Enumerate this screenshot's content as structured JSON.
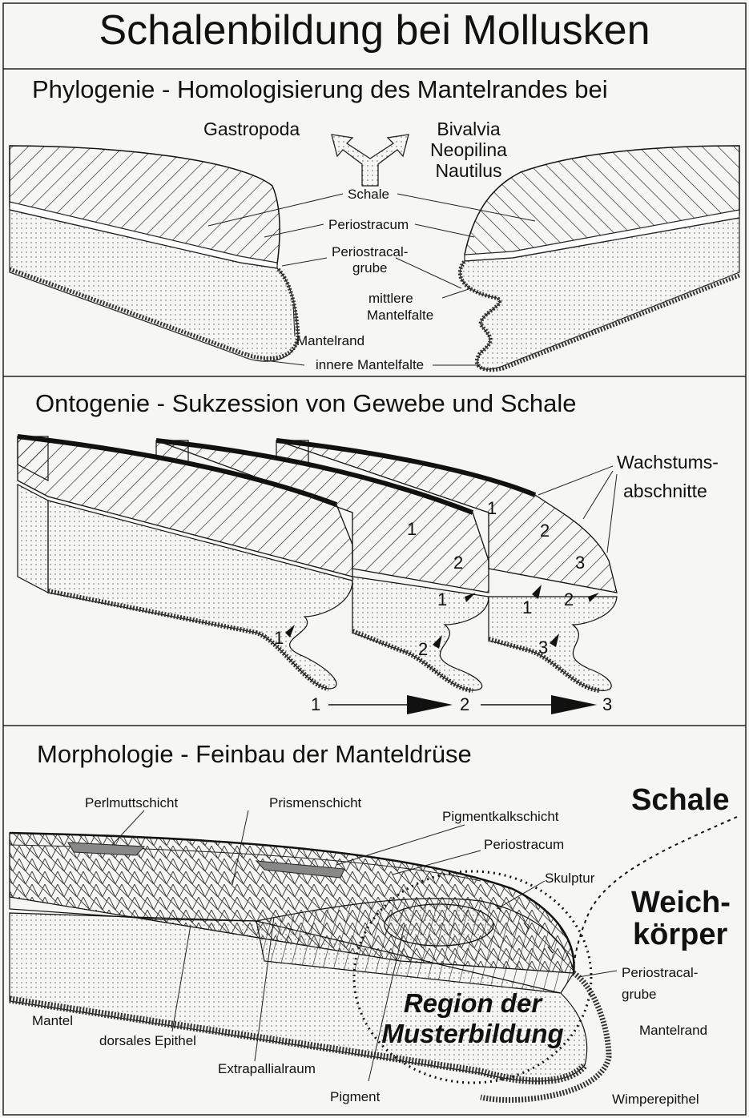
{
  "title": "Schalenbildung bei Mollusken",
  "phylogenie": {
    "heading": "Phylogenie - Homologisierung des Mantelrandes bei",
    "left_group": "Gastropoda",
    "right_group": [
      "Bivalvia",
      "Neopilina",
      "Nautilus"
    ],
    "labels": {
      "schale": "Schale",
      "periostracum": "Periostracum",
      "periostracalgrube_1": "Periostracal-",
      "periostracalgrube_2": "grube",
      "mittlere_1": "mittlere",
      "mittlere_2": "Mantelfalte",
      "mantelrand": "Mantelrand",
      "innere": "innere Mantelfalte"
    }
  },
  "ontogenie": {
    "heading": "Ontogenie - Sukzession von Gewebe und Schale",
    "wachstum_1": "Wachstums-",
    "wachstum_2": "abschnitte",
    "sequence": [
      "1",
      "2",
      "3"
    ]
  },
  "morphologie": {
    "heading": "Morphologie - Feinbau der Manteldrüse",
    "labels": {
      "perlmutt": "Perlmuttschicht",
      "prismen": "Prismenschicht",
      "pigmentkalk": "Pigmentkalkschicht",
      "periostracum": "Periostracum",
      "skulptur": "Skulptur",
      "grube_1": "Periostracal-",
      "grube_2": "grube",
      "mantelrand": "Mantelrand",
      "wimper": "Wimperepithel",
      "pigment": "Pigment",
      "extrapallial": "Extrapallialraum",
      "dorsal": "dorsales Epithel",
      "mantel": "Mantel"
    },
    "schale": "Schale",
    "weich_1": "Weich-",
    "weich_2": "körper",
    "region_1": "Region der",
    "region_2": "Musterbildung"
  }
}
